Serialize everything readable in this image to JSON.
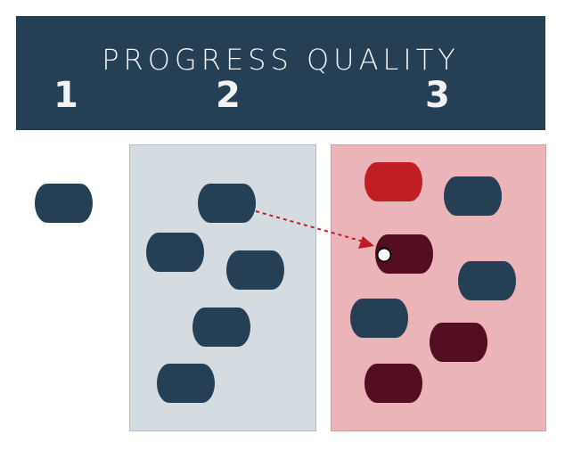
{
  "header": {
    "title": "PROGRESS QUALITY",
    "levels": [
      "1",
      "2",
      "3"
    ]
  },
  "colors": {
    "header": "#253f55",
    "blue": "#253f55",
    "red": "#c01e24",
    "dark": "#550d22",
    "grey_panel": "#d4dbe1",
    "pink_panel": "#ebb4b8",
    "arrow": "#c01e24"
  }
}
